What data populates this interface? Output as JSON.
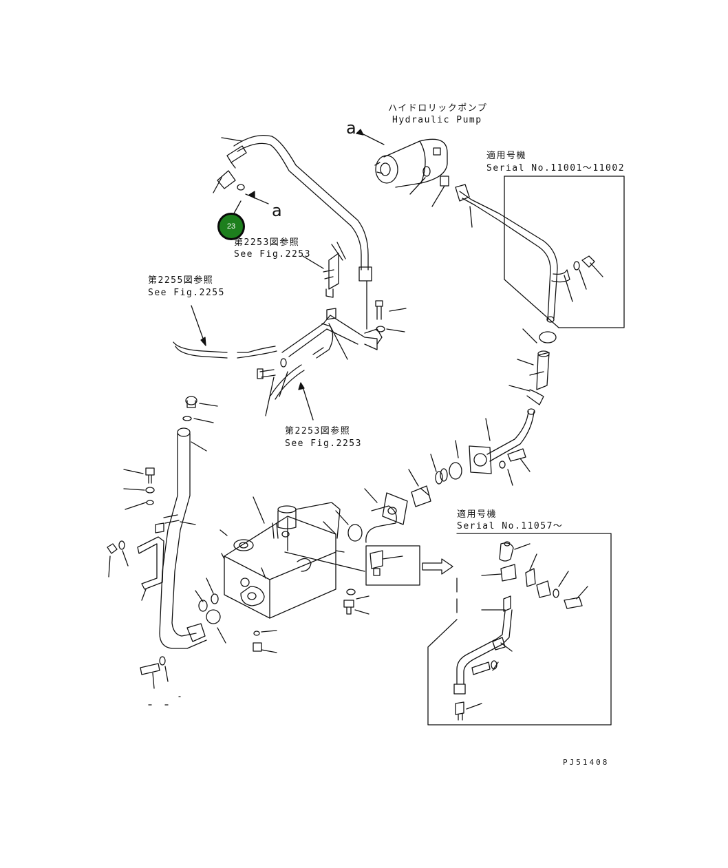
{
  "labels": {
    "pump_jp": "ハイドロリックポンプ",
    "pump_en": "Hydraulic Pump",
    "serial_a_jp": "適用号機",
    "serial_a_en": "Serial No.11001～11002",
    "ref2253_top_jp": "第2253図参照",
    "ref2253_top_en": "See Fig.2253",
    "ref2255_jp": "第2255図参照",
    "ref2255_en": "See Fig.2255",
    "ref2253_mid_jp": "第2253図参照",
    "ref2253_mid_en": "See Fig.2253",
    "serial_b_jp": "適用号機",
    "serial_b_en": "Serial No.11057～",
    "marker_a1": "a",
    "marker_a2": "a",
    "drawing_no": "PJ51408"
  },
  "callout": {
    "number": "23",
    "fill": "#1d7f1d"
  },
  "colors": {
    "line": "#111111",
    "background": "#ffffff"
  }
}
